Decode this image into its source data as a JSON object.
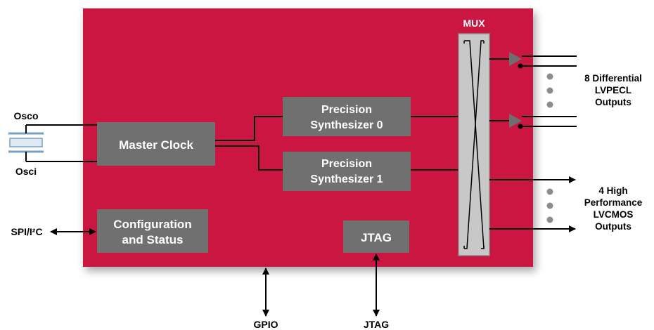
{
  "colors": {
    "board": "#cc1443",
    "block": "#707070",
    "mux": "#c8c8c8",
    "wire": "#000000",
    "dots": "#8c8c8c"
  },
  "blocks": {
    "master_clock": "Master Clock",
    "synth0_line1": "Precision",
    "synth0_line2": "Synthesizer 0",
    "synth1_line1": "Precision",
    "synth1_line2": "Synthesizer 1",
    "config_line1": "Configuration",
    "config_line2": "and Status",
    "jtag_block": "JTAG",
    "mux": "MUX"
  },
  "labels": {
    "osco": "Osco",
    "osci": "Osci",
    "spi": "SPI/I²C",
    "gpio": "GPIO",
    "jtag_pin": "JTAG",
    "lvpecl_line1": "8 Differential",
    "lvpecl_line2": "LVPECL",
    "lvpecl_line3": "Outputs",
    "lvcmos_line1": "4 High",
    "lvcmos_line2": "Performance",
    "lvcmos_line3": "LVCMOS",
    "lvcmos_line4": "Outputs"
  }
}
